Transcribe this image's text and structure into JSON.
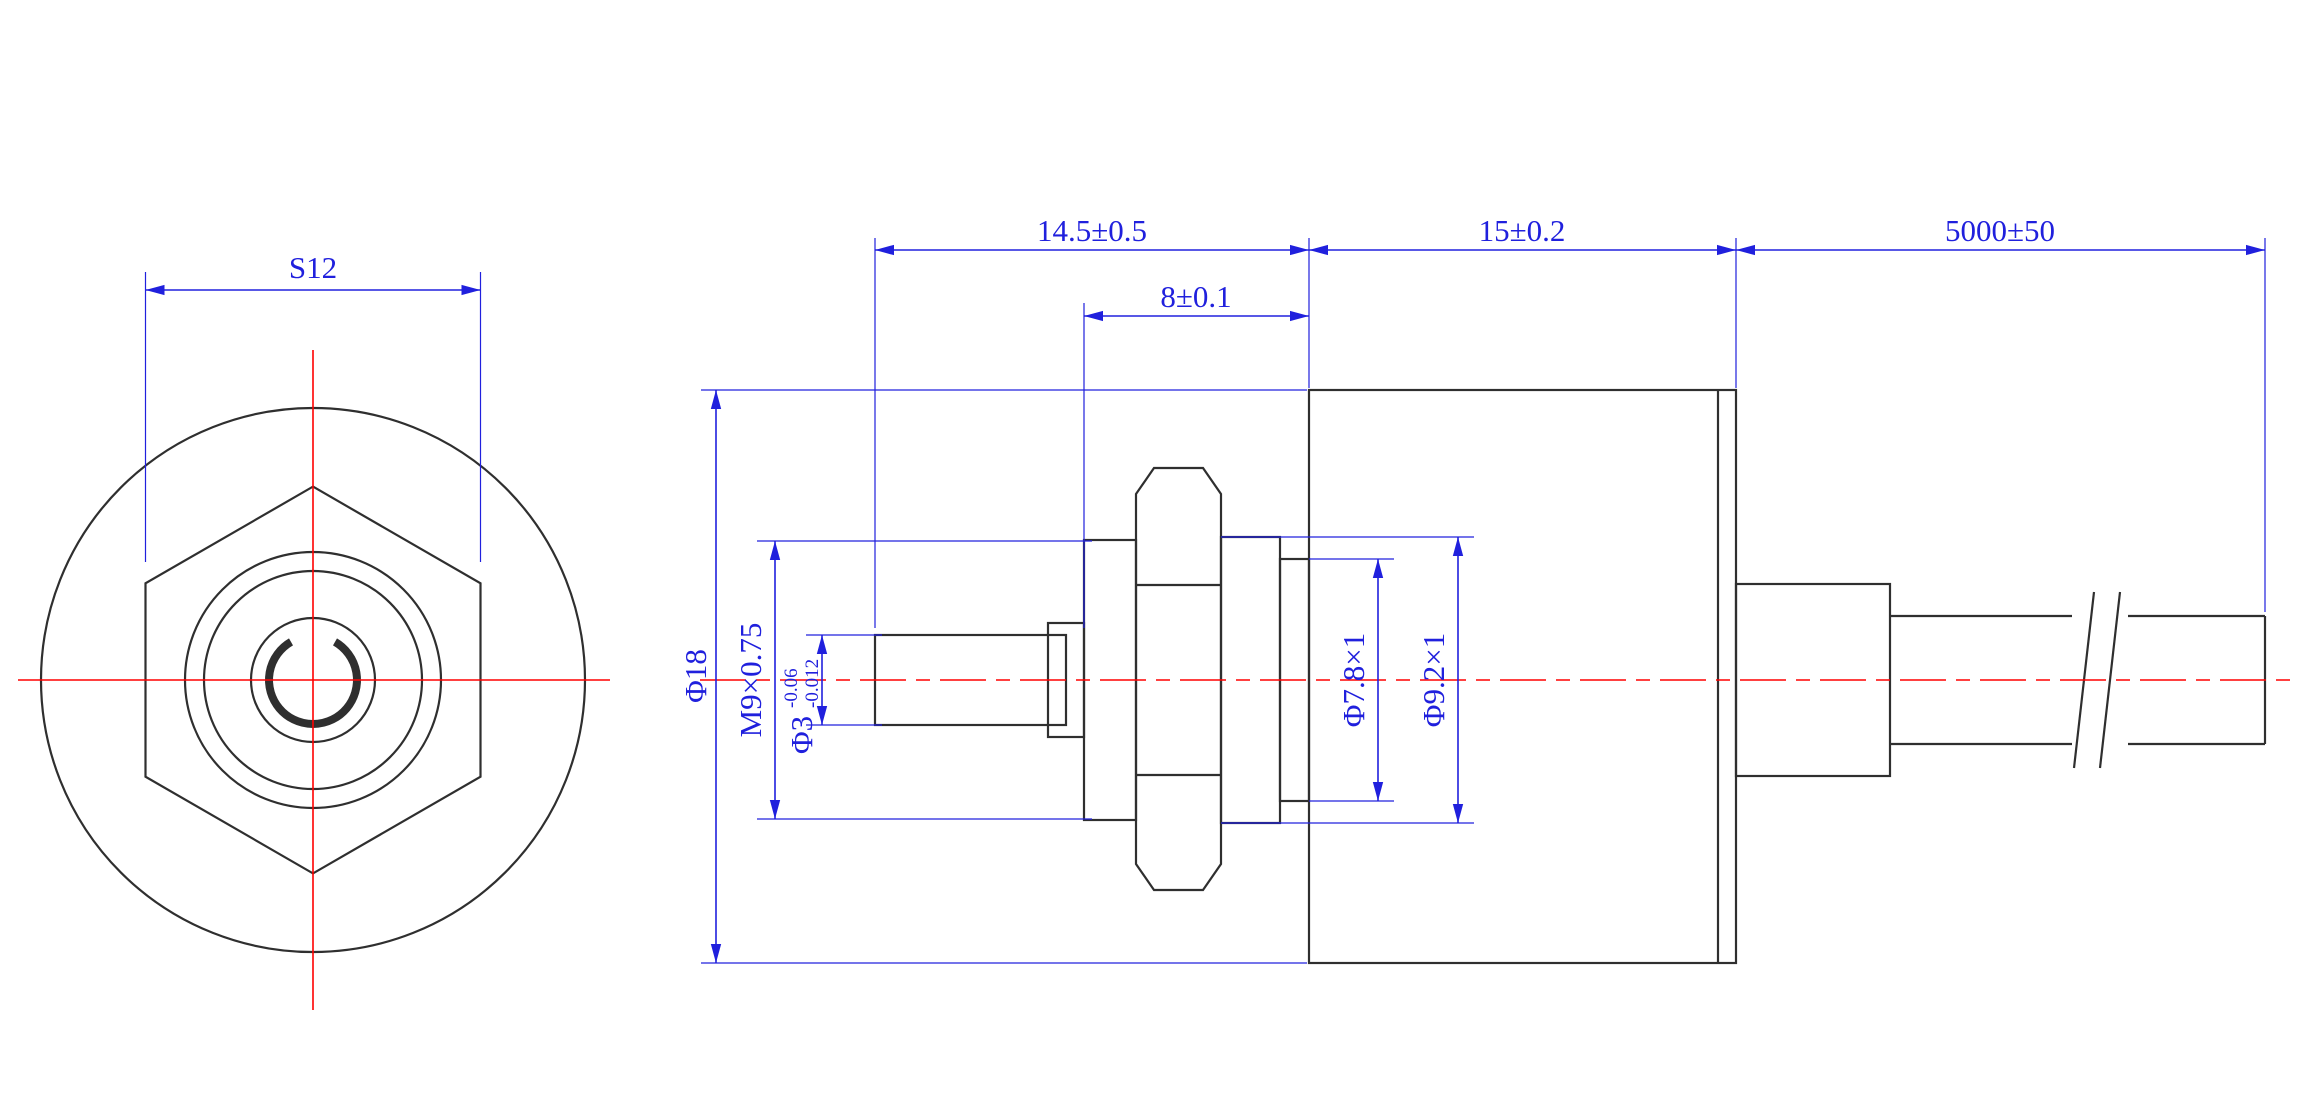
{
  "drawing": {
    "dims": {
      "s12": "S12",
      "len_front": "14.5±0.5",
      "len_thread": "8±0.1",
      "len_body": "15±0.2",
      "cable_length": "5000±50",
      "body_dia": "Φ18",
      "thread": "M9×0.75",
      "shaft_dia": "Φ3",
      "shaft_tol_upper": "-0.06",
      "shaft_tol_lower": "-0.012",
      "boss_dia": "Φ7.8×1",
      "ring_dia": "Φ9.2×1"
    },
    "colors": {
      "dimension": "#2020dd",
      "centerline": "#ff0000",
      "outline": "#2f2f2f",
      "background": "#ffffff"
    }
  }
}
